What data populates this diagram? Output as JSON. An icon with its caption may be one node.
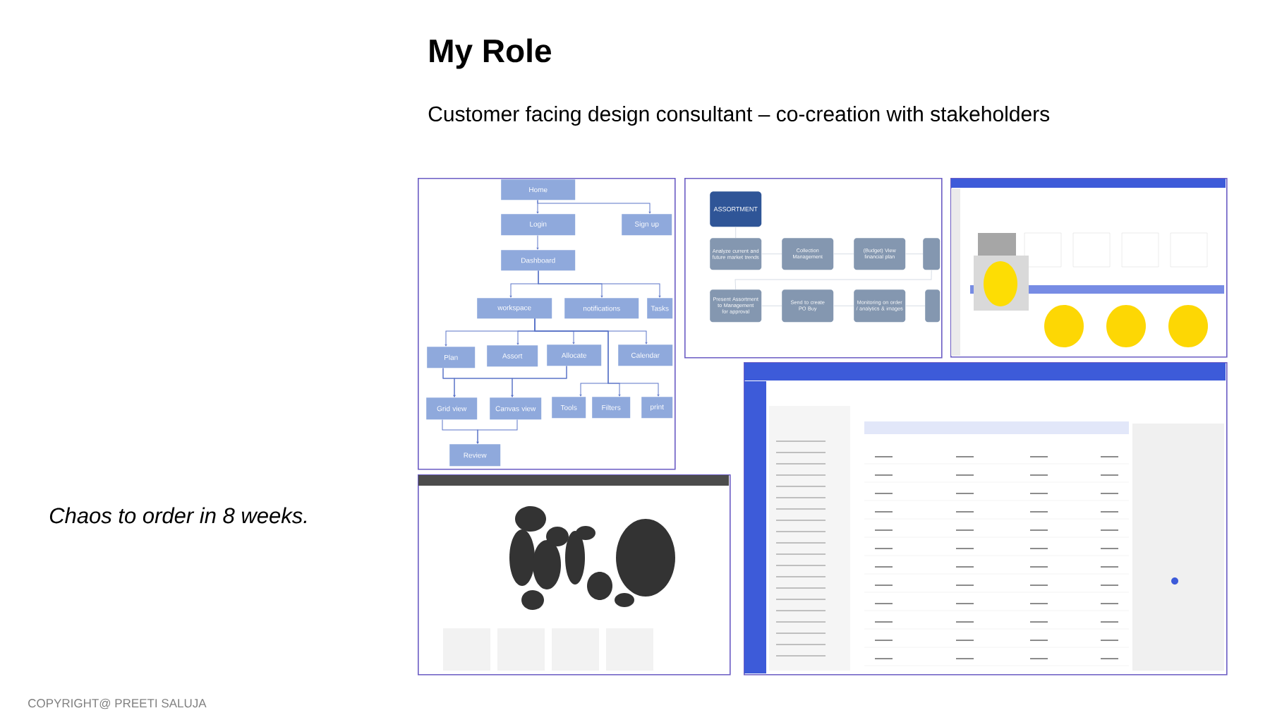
{
  "diagram": {
    "title": "My Role",
    "nodes": [
      {
        "text": [],
        "shape": "picture"
      },
      {
        "text": [
          "Home"
        ],
        "in": 0
      },
      {
        "text": [
          "Login"
        ],
        "in": 0
      },
      {
        "text": [
          "Sign up"
        ],
        "in": 0
      },
      {
        "text": [
          "Dashboard"
        ],
        "in": 0
      },
      {
        "text": [
          "workspace"
        ],
        "in": 0
      },
      {
        "text": [
          "notifications"
        ],
        "in": 0
      },
      {
        "text": [
          "Tasks"
        ],
        "in": 0
      },
      {
        "text": [
          "Plan"
        ],
        "in": 0
      },
      {
        "text": [
          "Assort"
        ],
        "in": 0
      },
      {
        "text": [
          "Allocate"
        ],
        "in": 0
      },
      {
        "text": [
          "Calendar"
        ],
        "in": 0
      },
      {
        "text": [
          "Grid view"
        ],
        "in": 0
      },
      {
        "text": [
          "Canvas view"
        ],
        "in": 0
      },
      {
        "text": [
          "Tools"
        ],
        "in": 0
      },
      {
        "text": [
          "Filters"
        ],
        "in": 0
      },
      {
        "text": [
          "print"
        ],
        "in": 0
      },
      {
        "text": [
          "Review"
        ],
        "in": 0
      },
      {
        "text": [],
        "shape": "picture"
      },
      {
        "text": [
          "ASSORTMENT"
        ],
        "in": 18
      },
      {
        "text": [
          "Analyze current and future market trends"
        ],
        "in": 18
      },
      {
        "text": [
          "Collection Management"
        ],
        "in": 18
      },
      {
        "text": [
          "(Budget) View financial plan"
        ],
        "in": 18
      },
      {
        "text": [],
        "shape": "box",
        "in": 18
      },
      {
        "text": [
          "Present Assortment to Management for approval"
        ],
        "in": 18
      },
      {
        "text": [
          "Send to create PO Buy"
        ],
        "in": 18
      },
      {
        "text": [
          "Monitoring on order / analytics & images"
        ],
        "in": 18
      },
      {
        "text": [],
        "shape": "box",
        "in": 18
      },
      {
        "text": [],
        "shape": "picture"
      },
      {
        "text": [],
        "shape": "picture"
      },
      {
        "text": [],
        "shape": "picture"
      }
    ],
    "edges": [
      {
        "from": 1,
        "to": 2,
        "arrow": "to"
      },
      {
        "from": 1,
        "to": 3,
        "arrow": "to"
      },
      {
        "from": 2,
        "to": 4,
        "arrow": "to"
      },
      {
        "from": 4,
        "to": 5,
        "arrow": "to"
      },
      {
        "from": 4,
        "to": 6,
        "arrow": "to"
      },
      {
        "from": 4,
        "to": 7,
        "arrow": "to"
      },
      {
        "from": 5,
        "to": 8,
        "arrow": "to"
      },
      {
        "from": 5,
        "to": 9,
        "arrow": "to"
      },
      {
        "from": 5,
        "to": 10,
        "arrow": "to"
      },
      {
        "from": 5,
        "to": 11,
        "arrow": "to"
      },
      {
        "from": 5,
        "to": 14,
        "arrow": "to"
      },
      {
        "from": 5,
        "to": 15,
        "arrow": "to"
      },
      {
        "from": 5,
        "to": 16,
        "arrow": "to"
      },
      {
        "from": 8,
        "to": 12,
        "arrow": "to"
      },
      {
        "from": 8,
        "to": 13,
        "arrow": "to"
      },
      {
        "from": 10,
        "to": 12,
        "arrow": "to"
      },
      {
        "from": 10,
        "to": 13,
        "arrow": "to"
      },
      {
        "from": 12,
        "to": 17,
        "arrow": "to"
      },
      {
        "from": 13,
        "to": 17,
        "arrow": "to"
      },
      {
        "from": 19,
        "to": 20,
        "arrow": "none",
        "color": "#d6dce5"
      },
      {
        "from": 20,
        "to": 21,
        "arrow": "none",
        "color": "#d6dce5"
      },
      {
        "from": 21,
        "to": 22,
        "arrow": "none",
        "color": "#d6dce5"
      },
      {
        "from": 22,
        "to": 23,
        "arrow": "none",
        "color": "#d6dce5"
      },
      {
        "from": 23,
        "to": 24,
        "arrow": "none",
        "color": "#d6dce5"
      },
      {
        "from": 24,
        "to": 25,
        "arrow": "none",
        "color": "#d6dce5"
      },
      {
        "from": 25,
        "to": 26,
        "arrow": "none",
        "color": "#d6dce5"
      },
      {
        "from": 26,
        "to": 27,
        "arrow": "none",
        "color": "#d6dce5"
      }
    ],
    "labels": [
      "Customer facing design consultant – co-creation with stakeholders",
      "Chaos to order in 8 weeks.",
      "COPYRIGHT@ PREETI SALUJA"
    ]
  }
}
